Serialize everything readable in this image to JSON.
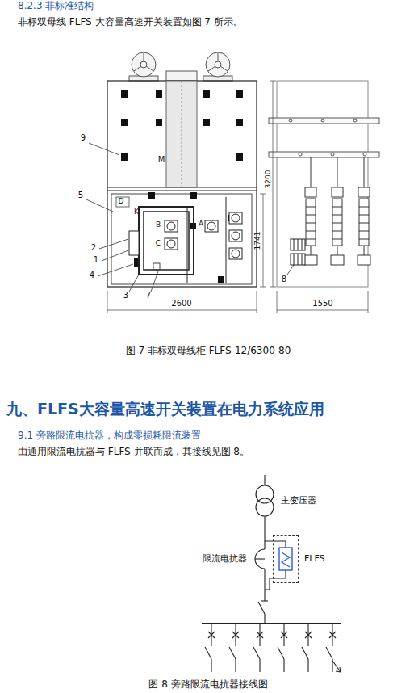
{
  "diagram": {
    "title": "九、FLFS大容量高速开关装置在电力系统应用",
    "nodes": [
      {
        "text": [
          "主变压器"
        ]
      },
      {
        "text": [
          "FLFS"
        ]
      }
    ],
    "edges": [
      {
        "from": 0,
        "to": 1,
        "arrow": "none"
      }
    ],
    "labels": [
      "8.2.3 非标准结构",
      "非标双母线 FLFS 大容量高速开关装置如图 7 所示。",
      "9",
      "M",
      "5",
      "D",
      "K",
      "B",
      "A",
      "2",
      "1",
      "C",
      "4",
      "3",
      "7",
      "8",
      "3200",
      "1741",
      "2600",
      "1550",
      "图 7  非标双母线柜 FLFS-12/6300-80",
      "9.1 旁路限流电抗器，构成零损耗限流装置",
      "由通用限流电抗器与 FLFS 并联而成，其接线见图 8。",
      "限流电抗器",
      "图 8  旁路限流电抗器接线图"
    ]
  }
}
